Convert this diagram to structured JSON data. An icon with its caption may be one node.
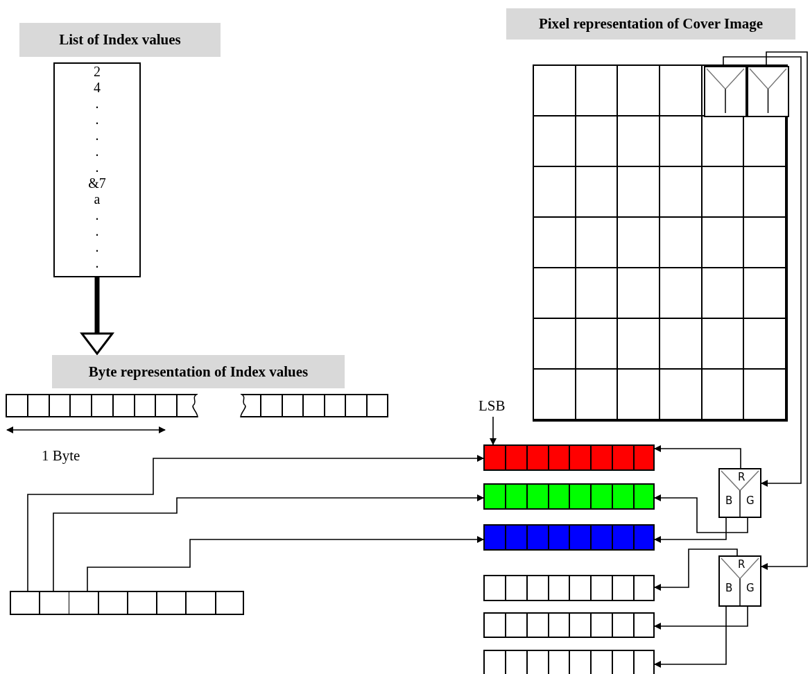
{
  "diagram": {
    "nodes": [
      {
        "text": [
          "List of Index values"
        ]
      },
      {
        "text": [
          "2",
          "4",
          ".",
          ".",
          ".",
          ".",
          ".",
          "&7",
          "a",
          ".",
          ".",
          ".",
          "."
        ]
      },
      {
        "text": [
          "Byte representation of Index values"
        ]
      },
      {
        "text": [],
        "shape": "bar"
      },
      {
        "text": [],
        "shape": "bar"
      },
      {
        "text": [
          "Pixel representation of Cover Image"
        ]
      },
      {
        "text": [],
        "shape": "box"
      },
      {
        "text": [],
        "shape": "box",
        "in": 6
      },
      {
        "text": [],
        "shape": "box",
        "in": 6
      },
      {
        "text": [
          "LSB"
        ]
      },
      {
        "text": [],
        "shape": "bar"
      },
      {
        "text": [],
        "shape": "bar"
      },
      {
        "text": [],
        "shape": "bar"
      },
      {
        "text": [
          "R",
          "B",
          "G"
        ]
      },
      {
        "text": [],
        "shape": "bar"
      },
      {
        "text": [
          "R",
          "B",
          "G"
        ]
      },
      {
        "text": [],
        "shape": "bar"
      },
      {
        "text": [],
        "shape": "bar"
      },
      {
        "text": [],
        "shape": "bar"
      }
    ],
    "edges": [
      {
        "from": 1,
        "to": 2,
        "arrow": "to",
        "style": "thick"
      },
      {
        "from": 18,
        "to": 10,
        "arrow": "to"
      },
      {
        "from": 18,
        "to": 11,
        "arrow": "to"
      },
      {
        "from": 18,
        "to": 12,
        "arrow": "to"
      },
      {
        "from": 7,
        "to": 13,
        "arrow": "to"
      },
      {
        "from": 8,
        "to": 15,
        "arrow": "to"
      },
      {
        "from": 13,
        "to": 10,
        "arrow": "to"
      },
      {
        "from": 13,
        "to": 11,
        "arrow": "to"
      },
      {
        "from": 13,
        "to": 12,
        "arrow": "to"
      },
      {
        "from": 15,
        "to": 14,
        "arrow": "to"
      },
      {
        "from": 15,
        "to": 16,
        "arrow": "to"
      },
      {
        "from": 15,
        "to": 17,
        "arrow": "to"
      },
      {
        "from": 9,
        "to": 10,
        "arrow": "to"
      }
    ],
    "labels": [
      "1 Byte"
    ]
  }
}
